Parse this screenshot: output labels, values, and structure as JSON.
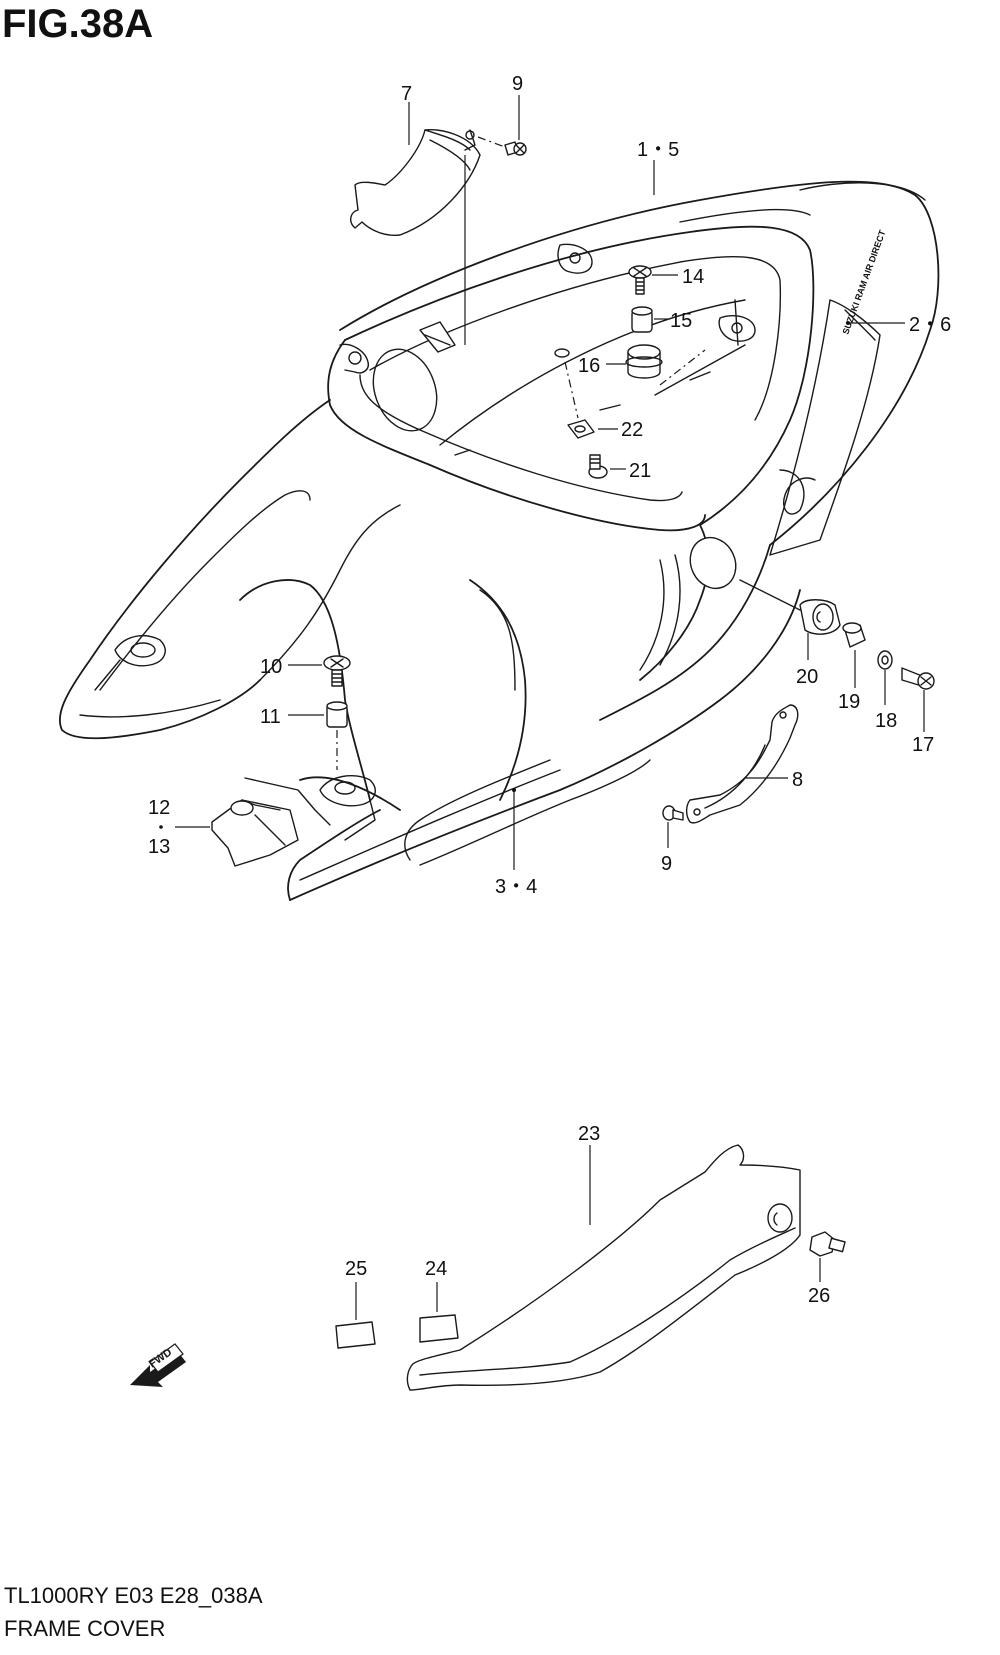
{
  "figure": {
    "title": "FIG.38A",
    "model_code": "TL1000RY E03 E28_038A",
    "section_name": "FRAME COVER"
  },
  "callouts": {
    "c7": "7",
    "c9_top": "9",
    "c1_5": "1・5",
    "c14": "14",
    "c15": "15",
    "c2_6": "2・6",
    "c16": "16",
    "c22": "22",
    "c21": "21",
    "c10": "10",
    "c11": "11",
    "c12": "12",
    "c13": "13",
    "c3_4": "3・4",
    "c20": "20",
    "c19": "19",
    "c18": "18",
    "c17": "17",
    "c8": "8",
    "c9_bottom": "9",
    "c23": "23",
    "c24": "24",
    "c25": "25",
    "c26": "26"
  },
  "decal": {
    "line1": "SUZUKI RAM AIR DIRECT"
  },
  "fwd_arrow": {
    "label": "FWD",
    "icon": "fwd-arrow-icon"
  }
}
